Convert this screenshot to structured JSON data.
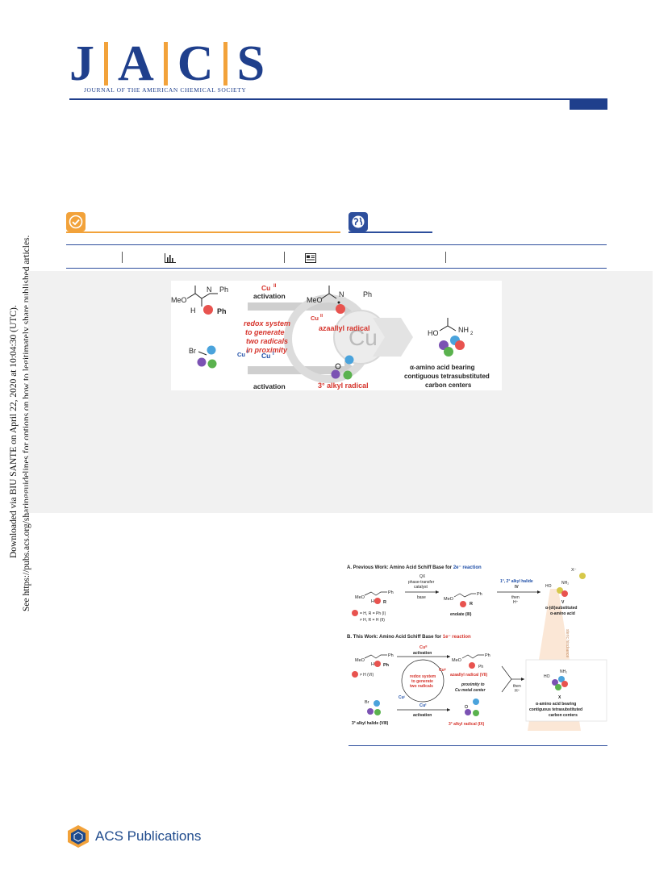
{
  "watermark": {
    "line1": "Downloaded via BIU SANTE on April 22, 2020 at 10:04:30 (UTC).",
    "line2": "See https://pubs.acs.org/sharingguidelines for options on how to legitimately share published articles."
  },
  "journal": {
    "logo_letters": [
      "J",
      "A",
      "C",
      "S"
    ],
    "full_name": "JOURNAL OF THE AMERICAN CHEMICAL SOCIETY"
  },
  "badges": {
    "open_access_icon": "checkmark-icon",
    "global_icon": "globe-icon",
    "colors": {
      "orange": "#f2a23a",
      "blue": "#2d4e9c"
    }
  },
  "metrics": {
    "metrics_icon": "bar-chart-icon",
    "recommendations_icon": "article-icon"
  },
  "toc_graphic": {
    "reagent_ester": "MeO",
    "substituent_h": "H",
    "ph_top": "Ph",
    "ph_bottom": "Ph",
    "cu2_label": "Cu",
    "cu2_sup": "II",
    "activation_top": "activation",
    "redox_line1": "redox system",
    "redox_line2": "to generate",
    "redox_line3": "two radicals",
    "redox_line4": "in proximity",
    "cu_center": "Cu",
    "cu1_label": "Cu",
    "cu1_sup": "I",
    "bromide": "Br",
    "activation_bottom": "activation",
    "azaallyl_label": "azaallyl radical",
    "product_ester": "MeO",
    "product_ph": "Ph",
    "alkyl_label": "3° alkyl radical",
    "ho": "HO",
    "nh2": "NH",
    "nh2_sub": "2",
    "product_line1": "α-amino acid bearing",
    "product_line2": "contiguous tetrasubstituted",
    "product_line3": "carbon centers"
  },
  "figure": {
    "section_a_prefix": "A. Previous Work: Amino Acid Schiff Base for ",
    "section_a_highlight": "2e⁻ reaction",
    "qx": "QX",
    "ptc_1": "phase-transfer",
    "ptc_2": "catalyst",
    "base": "base",
    "enolate": "enolate (III)",
    "x_minus": "X⁻",
    "alkyl_halide": "1°, 2° alkyl halide",
    "alkyl_halide_num": "IV",
    "then": "then",
    "h_plus": "H⁺",
    "v_label": "V",
    "disub_1": "α-(di)substituted",
    "disub_2": "α-amino acid",
    "legend_1": "= H, R = Ph (I)",
    "legend_2": "≠ H, R = H (II)",
    "steric": "steric hindrance",
    "section_b_prefix": "B. This Work: Amino Acid Schiff Base for ",
    "section_b_highlight": "1e⁻ reaction",
    "cu2_activation": "activation",
    "azaallyl_vii": "azaallyl radical (VII)",
    "proximity_1": "proximity to",
    "proximity_2": "Cu metal center",
    "redox_1": "redox system",
    "redox_2": "to generate",
    "redox_3": "two radicals",
    "vi_label": "≠ H (VI)",
    "alkyl_viii": "3° alkyl halide (VIII)",
    "cu1_activation": "activation",
    "alkyl_ix": "3° alkyl radical (IX)",
    "x_label": "X",
    "prod_1": "α-amino acid bearing",
    "prod_2": "contiguous tetrasubstituted",
    "prod_3": "carbon centers"
  },
  "footer": {
    "publisher": "ACS Publications",
    "logo_icon": "acs-hexagon-icon"
  }
}
